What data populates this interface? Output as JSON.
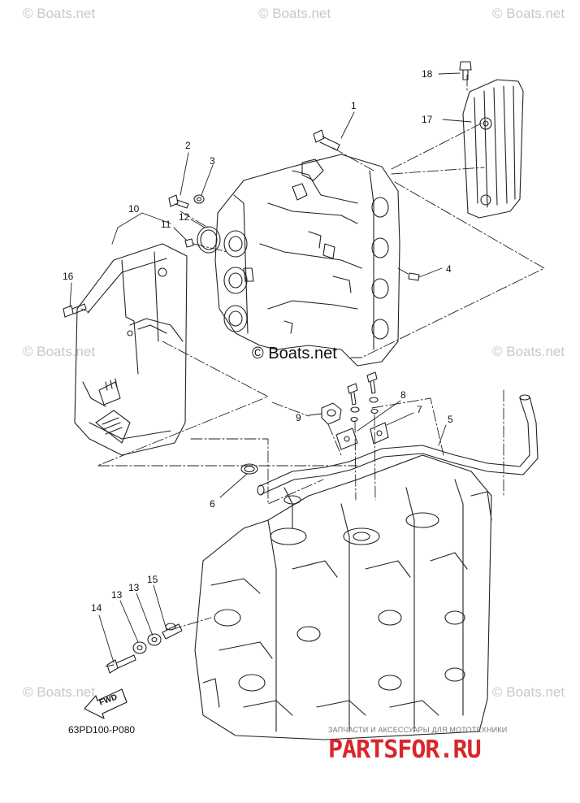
{
  "watermark": {
    "text": "© Boats.net",
    "center_text": "© Boats.net"
  },
  "diagram": {
    "code": "63PD100-P080",
    "fwd_label": "FWD",
    "callouts": [
      "1",
      "2",
      "3",
      "4",
      "5",
      "6",
      "7",
      "8",
      "9",
      "10",
      "11",
      "12",
      "13",
      "13",
      "14",
      "15",
      "16",
      "17",
      "18"
    ]
  },
  "brand": {
    "tagline": "ЗАПЧАСТИ И АКСЕССУАРЫ ДЛЯ МОТОТЕХНИКИ",
    "logo_text": "PARTSFOR.RU",
    "color": "#d9262c"
  }
}
